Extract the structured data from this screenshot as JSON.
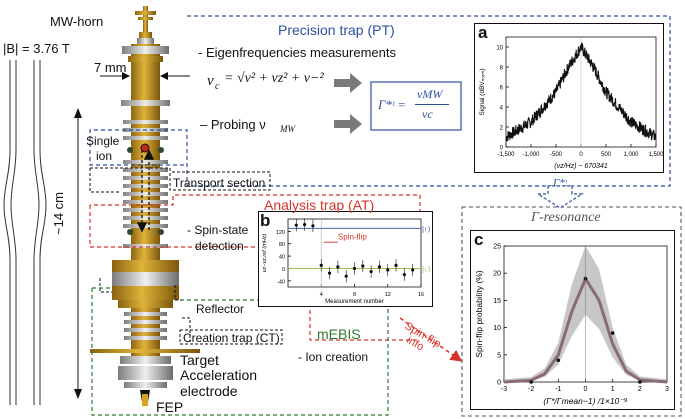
{
  "labels": {
    "mw_horn": "MW-horn",
    "b_field": "|B| = 3.76 T",
    "dim_7mm": "7 mm",
    "dim_14cm": "~14 cm",
    "single_ion_1": "Single",
    "single_ion_2": "ion",
    "transport": "Transport section",
    "reflector": "Reflector",
    "creation_trap": "Creation trap (CT)",
    "target": "Target",
    "accel_1": "Acceleration",
    "accel_2": "electrode",
    "fep": "FEP",
    "spin_state_1": "- Spin-state",
    "spin_state_2": "detection",
    "ion_creation": "- Ion creation",
    "mebis": "mEBIS",
    "spin_flip_info_1": "Spin-flip",
    "spin_flip_info_2": "info",
    "gamma_arrow": "Γ*ᶦ"
  },
  "sections": {
    "pt_title": "Precision trap (PT)",
    "pt_item1": "- Eigenfrequencies measurements",
    "pt_formula_lhs": "ν",
    "pt_formula_sub": "c",
    "pt_formula_rhs": "= √ν² + νz² + ν−²",
    "pt_item2": "– Probing ν",
    "pt_item2_sub": "MW",
    "pt_gamma_lhs": "Γ*ᶦ =",
    "pt_gamma_num": "νMW",
    "pt_gamma_den": "νc",
    "at_title": "Analysis trap (AT)",
    "resonance_title": "Γ-resonance"
  },
  "panel_a": {
    "letter": "a",
    "ylabel": "Signal (dBVₙₒᵣₘ)",
    "xlabel": "(νz/Hz) − 670341",
    "xticks": [
      "-1,500",
      "-1,000",
      "-500",
      "0",
      "500",
      "1,000",
      "1,500"
    ],
    "yticks": [
      "0",
      "2",
      "4",
      "6",
      "8",
      "10"
    ]
  },
  "panel_b": {
    "letter": "b",
    "ylabel": "νz−νz,ref (mHz)",
    "xlabel": "Measurement number",
    "xticks": [
      "4",
      "8",
      "12",
      "16"
    ],
    "yticks": [
      "-40",
      "0",
      "40",
      "80",
      "120"
    ],
    "annotation": "Spin-flip",
    "state_up": "|↑⟩",
    "state_down": "|↓⟩"
  },
  "panel_c": {
    "letter": "c",
    "ylabel": "Spin-flip probability (%)",
    "xlabel": "(Γ*/Γmean−1) /1×10⁻⁹",
    "xticks": [
      "-3",
      "-2",
      "-1",
      "0",
      "1",
      "2",
      "3"
    ],
    "yticks": [
      "0",
      "5",
      "10",
      "15",
      "20",
      "25"
    ]
  },
  "colors": {
    "pt": "#2e4fa0",
    "at": "#d8332a",
    "mebis": "#2f7a2f",
    "gold": "#c8951d",
    "gold_dark": "#8a6410",
    "arrow": "#7a7a7a"
  },
  "chart_data": [
    {
      "type": "line",
      "panel": "a",
      "xlim": [
        -1500,
        1500
      ],
      "ylim": [
        0,
        11
      ],
      "x": [
        -1500,
        -1000,
        -500,
        -250,
        0,
        250,
        500,
        1000,
        1500
      ],
      "series": [
        {
          "values": [
            1.0,
            2.5,
            5.5,
            8.0,
            10.0,
            8.0,
            5.5,
            2.5,
            1.0
          ]
        }
      ]
    },
    {
      "type": "scatter",
      "panel": "b",
      "xlim": [
        0,
        16
      ],
      "ylim": [
        -60,
        160
      ],
      "x": [
        1,
        2,
        3,
        4,
        5,
        6,
        7,
        8,
        9,
        10,
        11,
        12,
        13,
        14,
        15
      ],
      "series": [
        {
          "values": [
            140,
            142,
            138,
            10,
            -15,
            5,
            -25,
            0,
            8,
            -10,
            5,
            -5,
            10,
            -20,
            -5
          ]
        }
      ],
      "reference_lines": [
        130,
        0
      ]
    },
    {
      "type": "line",
      "panel": "c",
      "xlim": [
        -3,
        3
      ],
      "ylim": [
        0,
        25
      ],
      "x": [
        -3,
        -2,
        -1.5,
        -1,
        -0.5,
        0,
        0.5,
        1,
        1.5,
        2,
        3
      ],
      "series": [
        {
          "values": [
            0,
            0.3,
            1.5,
            5,
            13,
            19,
            15,
            7,
            2,
            0.4,
            0
          ]
        }
      ],
      "points": {
        "x": [
          -2,
          -1,
          0,
          1,
          2
        ],
        "y": [
          0,
          4,
          19,
          9,
          0
        ]
      }
    }
  ]
}
